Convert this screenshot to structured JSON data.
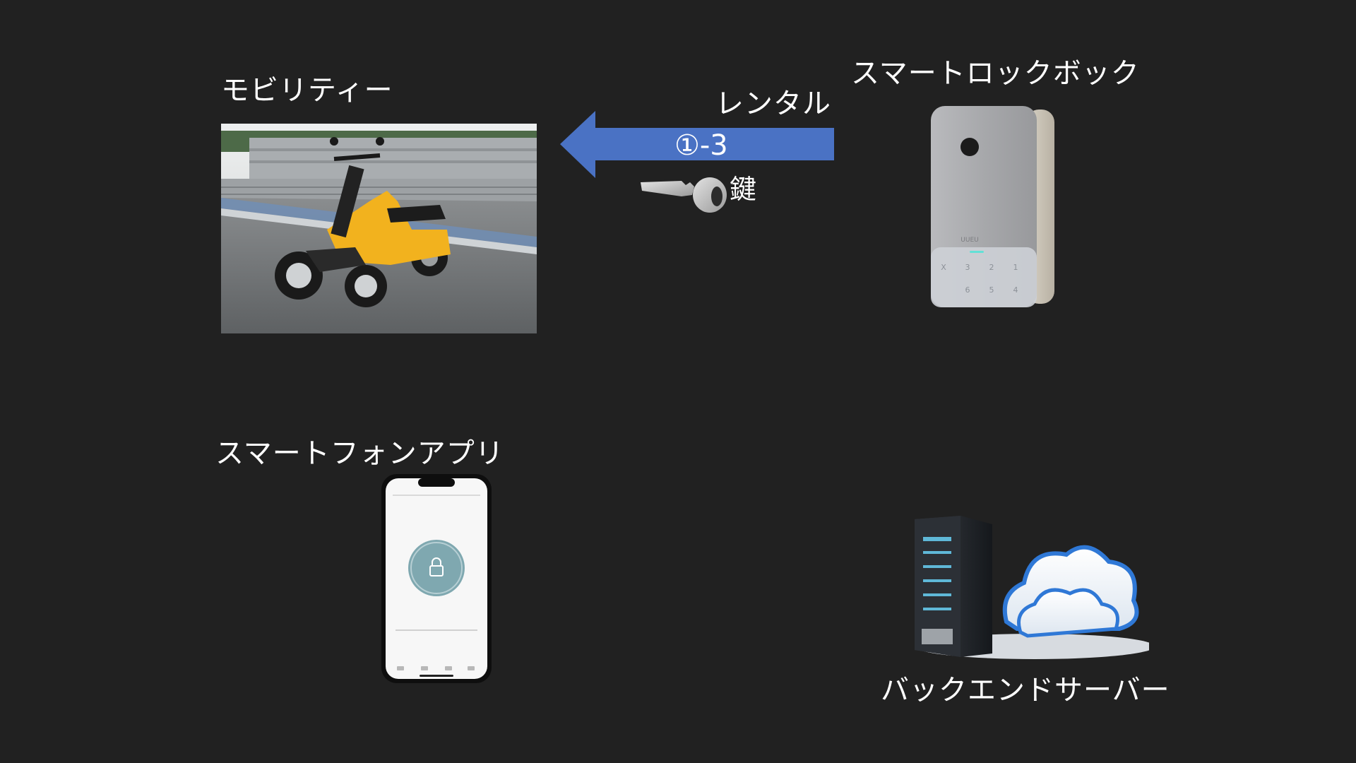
{
  "mobility": {
    "label": "モビリティー"
  },
  "lockbox": {
    "label": "スマートロックボック",
    "brand": "UUEU",
    "keypad_keys": [
      "X",
      "3",
      "2",
      "1",
      "",
      "6",
      "5",
      "4"
    ]
  },
  "flow": {
    "label": "レンタル",
    "step": "①-3",
    "item_label": "鍵",
    "arrow_color": "#4a72c4",
    "direction": "right-to-left"
  },
  "app": {
    "label": "スマートフォンアプリ",
    "icon": "lock-icon",
    "accent": "#7fa8b0"
  },
  "backend": {
    "label": "バックエンドサーバー",
    "icons": [
      "server-rack-icon",
      "cloud-icon"
    ]
  },
  "colors": {
    "background": "#212121",
    "text": "#ffffff",
    "scooter_body": "#f2b21e"
  }
}
